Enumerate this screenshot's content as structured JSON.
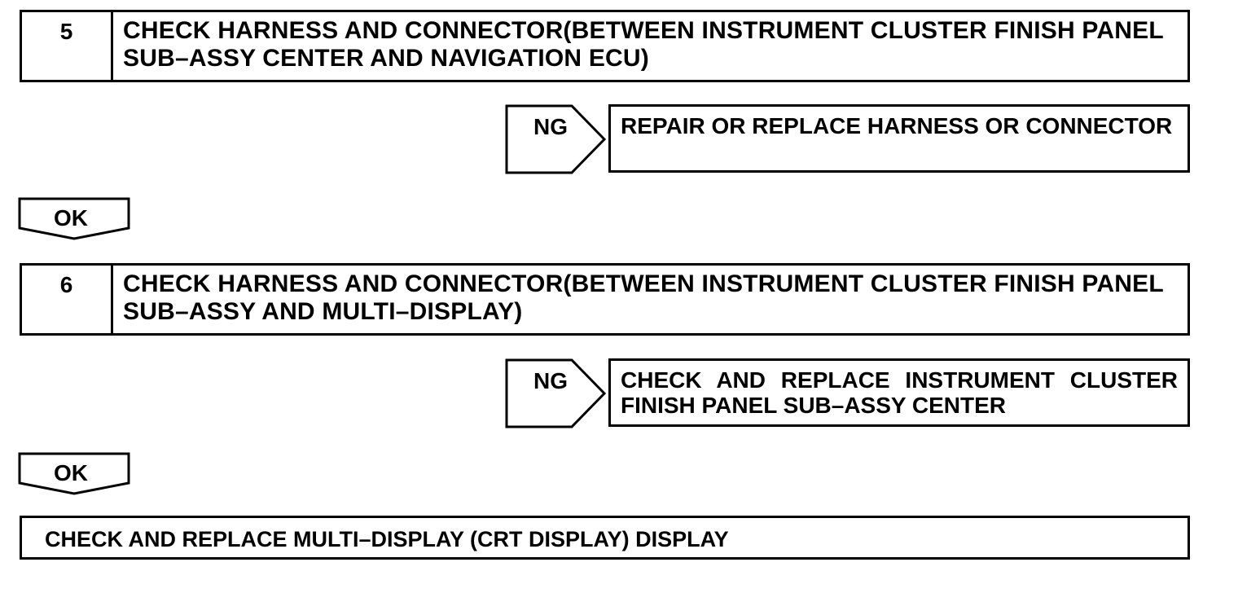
{
  "steps": [
    {
      "number": "5",
      "text": "CHECK HARNESS AND CONNECTOR(BETWEEN INSTRUMENT CLUSTER FINISH PANEL SUB–ASSY CENTER AND NAVIGATION ECU)",
      "ng_label": "NG",
      "ng_result": "REPAIR OR REPLACE HARNESS OR CONNECTOR",
      "ok_label": "OK"
    },
    {
      "number": "6",
      "text": "CHECK HARNESS AND CONNECTOR(BETWEEN INSTRUMENT CLUSTER FINISH PANEL SUB–ASSY AND MULTI–DISPLAY)",
      "ng_label": "NG",
      "ng_result": "CHECK AND REPLACE INSTRUMENT CLUSTER FINISH PANEL SUB–ASSY CENTER",
      "ok_label": "OK"
    }
  ],
  "final_action": "CHECK AND REPLACE MULTI–DISPLAY (CRT DISPLAY) DISPLAY"
}
